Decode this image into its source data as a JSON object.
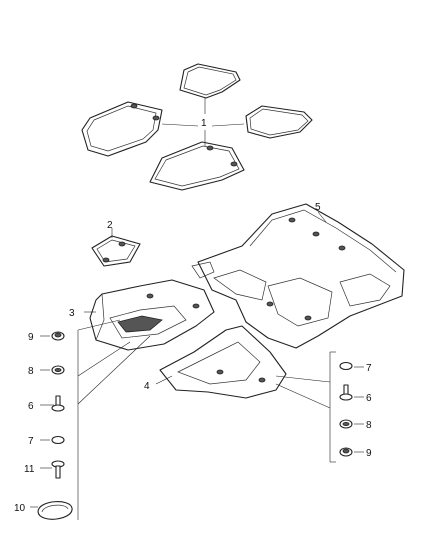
{
  "callouts": [
    {
      "id": "c1",
      "text": "1"
    },
    {
      "id": "c2",
      "text": "2"
    },
    {
      "id": "c3",
      "text": "3"
    },
    {
      "id": "c4",
      "text": "4"
    },
    {
      "id": "c5",
      "text": "5"
    },
    {
      "id": "c6a",
      "text": "6"
    },
    {
      "id": "c6b",
      "text": "6"
    },
    {
      "id": "c7a",
      "text": "7"
    },
    {
      "id": "c7b",
      "text": "7"
    },
    {
      "id": "c8a",
      "text": "8"
    },
    {
      "id": "c8b",
      "text": "8"
    },
    {
      "id": "c9a",
      "text": "9"
    },
    {
      "id": "c9b",
      "text": "9"
    },
    {
      "id": "c10",
      "text": "10"
    },
    {
      "id": "c11",
      "text": "11"
    }
  ]
}
